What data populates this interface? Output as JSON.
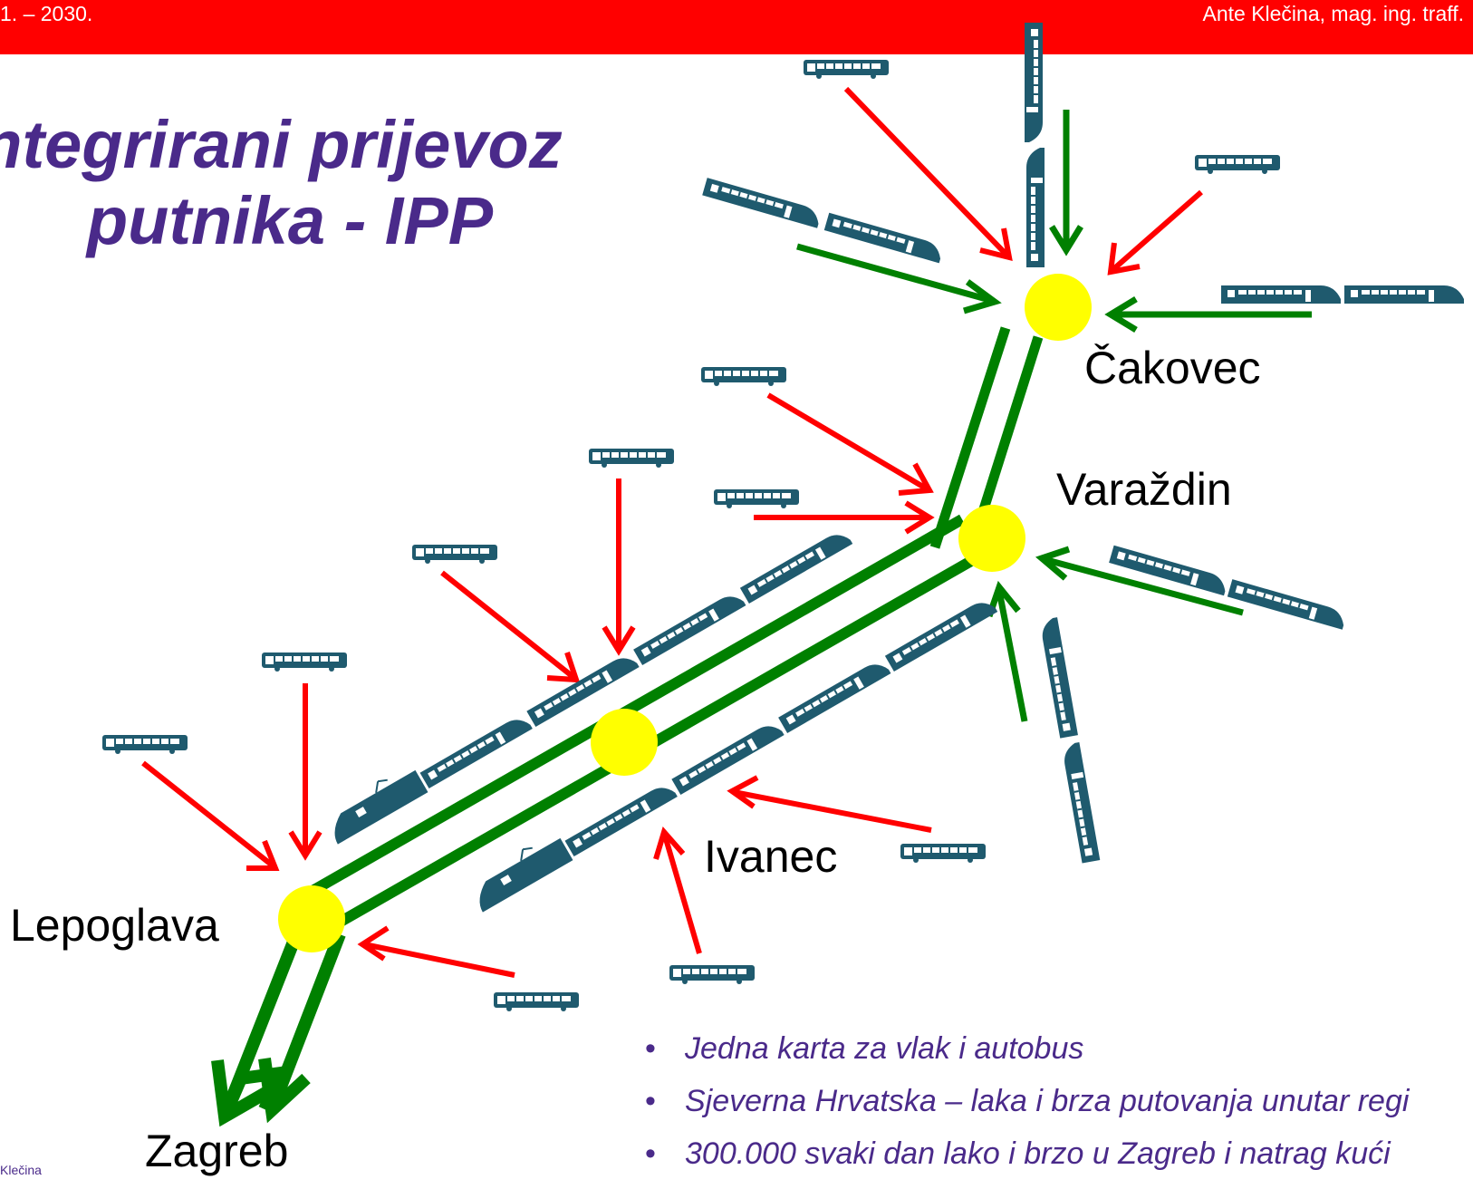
{
  "header": {
    "left_text": "1. – 2030.",
    "right_text": "Ante Klečina, mag. ing. traff."
  },
  "title": {
    "line1": "ntegrirani prijevoz",
    "line2": "putnika - IPP"
  },
  "cities": {
    "cakovec": "Čakovec",
    "varazdin": "Varaždin",
    "ivanec": "Ivanec",
    "lepoglava": "Lepoglava",
    "zagreb": "Zagreb"
  },
  "bullets": [
    "Jedna karta za vlak i autobus",
    "Sjeverna Hrvatska – laka i brza putovanja unutar regi",
    "300.000 svaki dan lako i brzo u Zagreb i natrag kući"
  ],
  "footer": {
    "author": "Klečina"
  },
  "colors": {
    "header_bar": "#ff0000",
    "rail_line": "#008000",
    "bus_arrow": "#ff0000",
    "station": "#ffff00",
    "vehicle": "#1f5a6e",
    "title_text": "#4a2a8a"
  },
  "icons": {
    "bus": "bus-icon",
    "train": "train-icon"
  }
}
